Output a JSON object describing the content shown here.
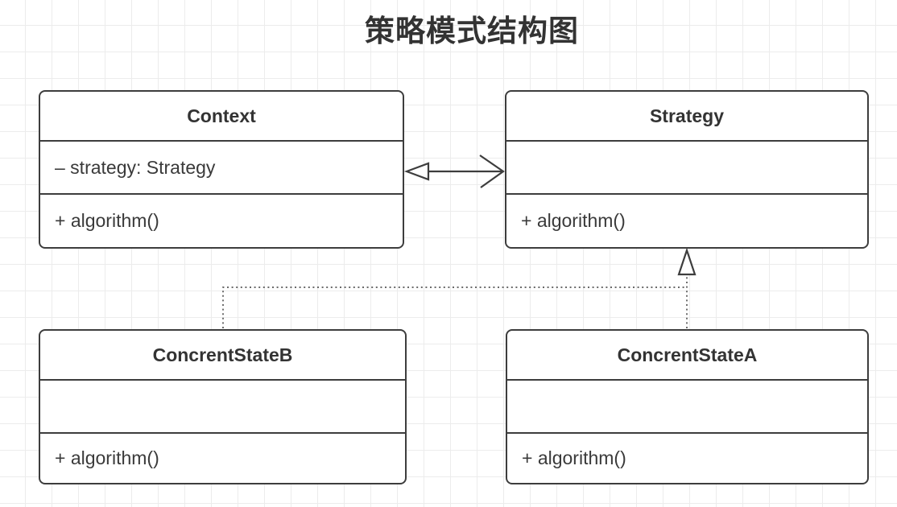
{
  "title": "策略模式结构图",
  "colors": {
    "line": "#3d3d3d",
    "text": "#333333",
    "grid": "#ececec",
    "background": "#ffffff"
  },
  "classes": [
    {
      "id": "context",
      "name": "Context",
      "attributes": "– strategy: Strategy",
      "methods": "+ algorithm()"
    },
    {
      "id": "strategy",
      "name": "Strategy",
      "attributes": "",
      "methods": "+ algorithm()"
    },
    {
      "id": "concrentstateb",
      "name": "ConcrentStateB",
      "attributes": "",
      "methods": "+ algorithm()"
    },
    {
      "id": "concrentstatea",
      "name": "ConcrentStateA",
      "attributes": "",
      "methods": "+ algorithm()"
    }
  ],
  "relationships": [
    {
      "type": "association",
      "from": "Context",
      "to": "Strategy",
      "style": "solid",
      "from_arrowhead": "hollow-triangle",
      "to_arrowhead": "open-arrow"
    },
    {
      "type": "realization",
      "from": "ConcrentStateA",
      "to": "Strategy",
      "style": "dotted",
      "to_arrowhead": "hollow-triangle"
    },
    {
      "type": "realization",
      "from": "ConcrentStateB",
      "to": "Strategy",
      "style": "dotted",
      "to_arrowhead": "hollow-triangle"
    }
  ]
}
